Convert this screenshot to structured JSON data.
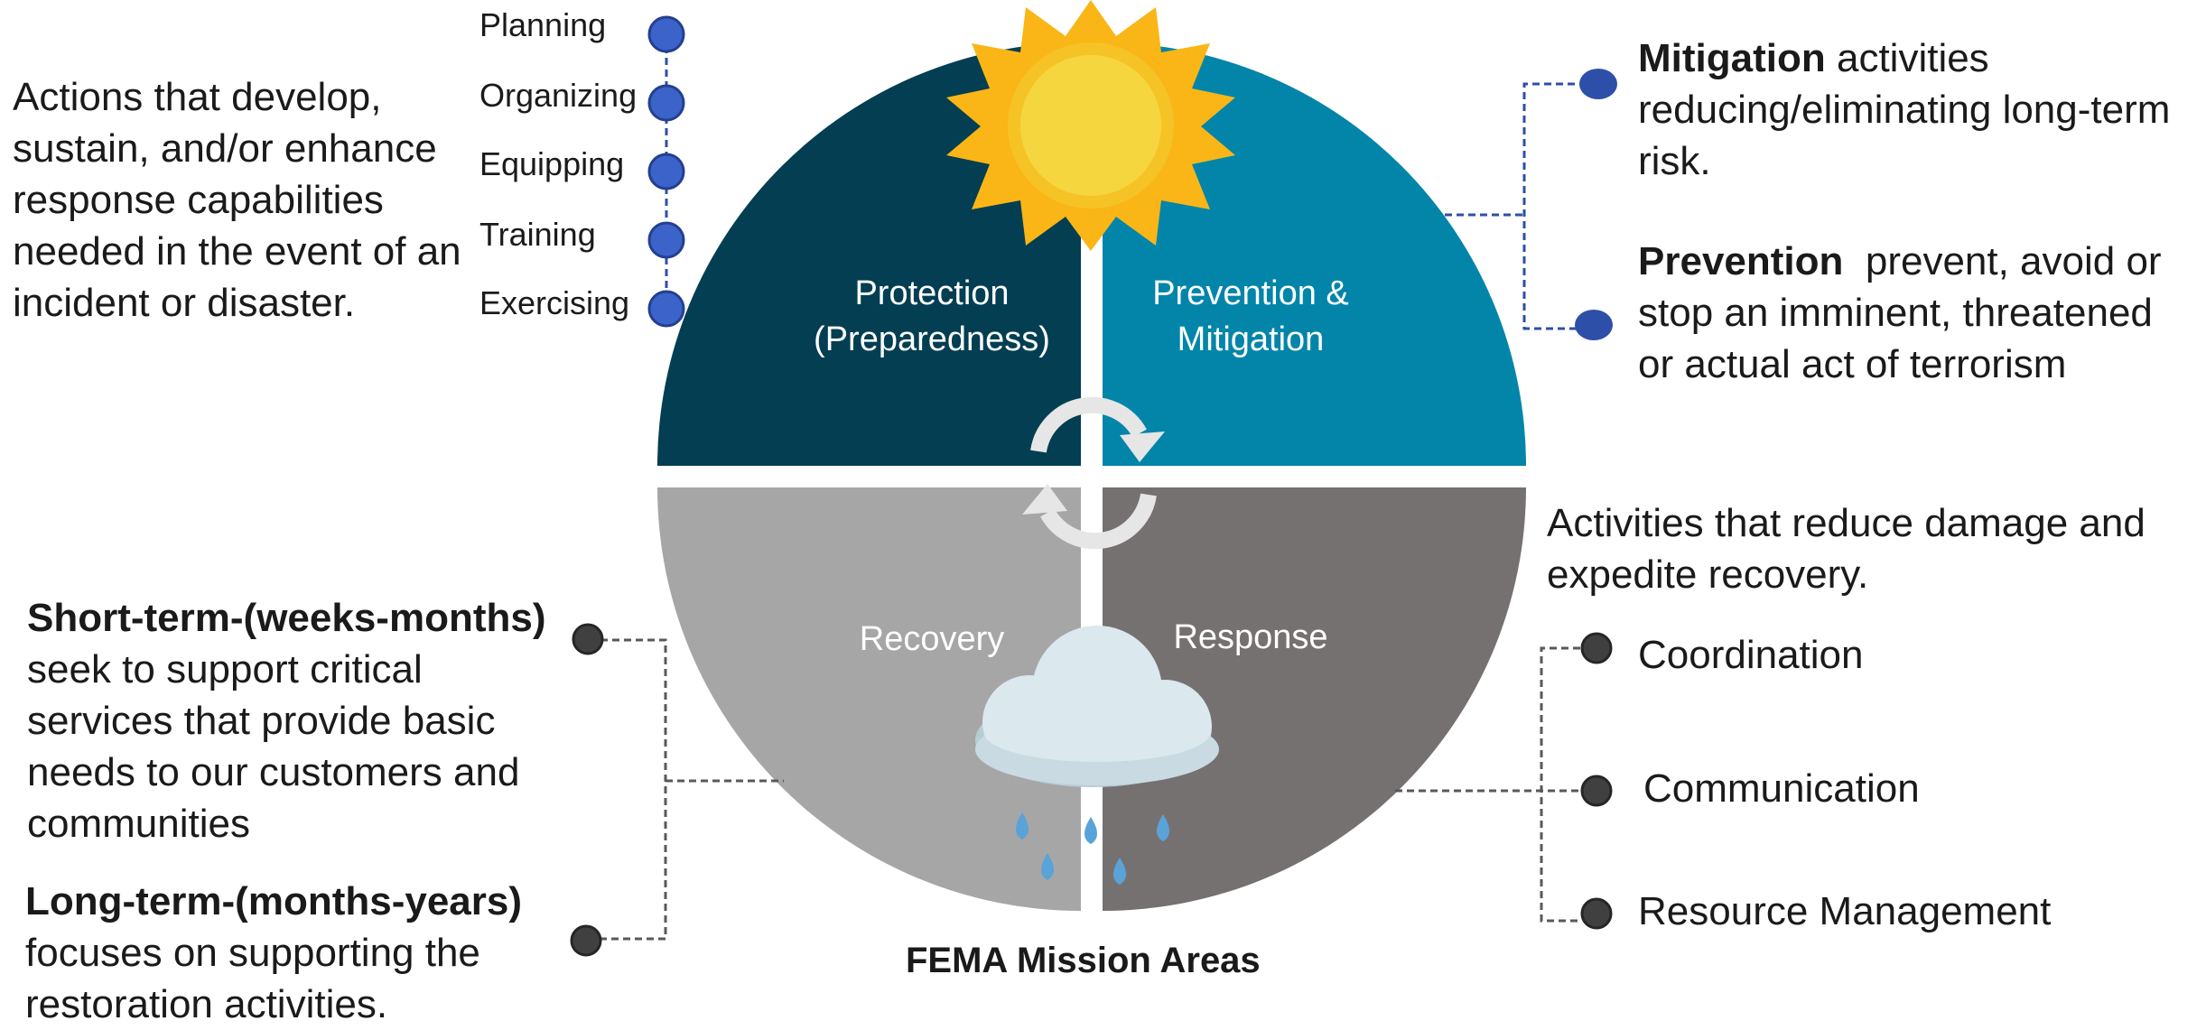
{
  "title": "FEMA Mission Areas",
  "quadrants": {
    "protection": [
      "Protection",
      "(Preparedness)"
    ],
    "prevention": [
      "Prevention &",
      "Mitigation"
    ],
    "recovery": "Recovery",
    "response": "Response"
  },
  "preparedness": {
    "description": [
      "Actions that develop,",
      "sustain, and/or enhance",
      "response capabilities",
      "needed in the event of an",
      "incident or disaster."
    ],
    "steps": [
      "Planning",
      "Organizing",
      "Equipping",
      "Training",
      "Exercising"
    ]
  },
  "mitigation": {
    "term": "Mitigation",
    "text_first": "activities",
    "text_rest": [
      "reducing/eliminating long-term",
      "risk."
    ]
  },
  "prevention": {
    "term": "Prevention",
    "text_first": "prevent, avoid or",
    "text_rest": [
      "stop an imminent, threatened",
      "or actual act of terrorism"
    ]
  },
  "response": {
    "description": [
      "Activities that reduce damage and",
      "expedite recovery."
    ],
    "items": [
      "Coordination",
      "Communication",
      "Resource Management"
    ]
  },
  "recovery": {
    "short_term": {
      "heading": "Short-term-(weeks-months)",
      "lines": [
        "seek to support critical",
        "services that provide basic",
        "needs to our customers and",
        "communities"
      ]
    },
    "long_term": {
      "heading": "Long-term-(months-years)",
      "lines": [
        "focuses on supporting the",
        "restoration activities."
      ]
    }
  },
  "colors": {
    "protection": "#033e52",
    "prevention": "#0385aa",
    "recovery": "#a6a6a6",
    "response": "#767171",
    "blue_dot": "#2e4fa8",
    "gray_dot": "#404040",
    "sun_outer": "#f9b616",
    "sun_inner": "#f5d63f",
    "rain": "#5aa3d8",
    "cloud": "#dbe8ee"
  }
}
